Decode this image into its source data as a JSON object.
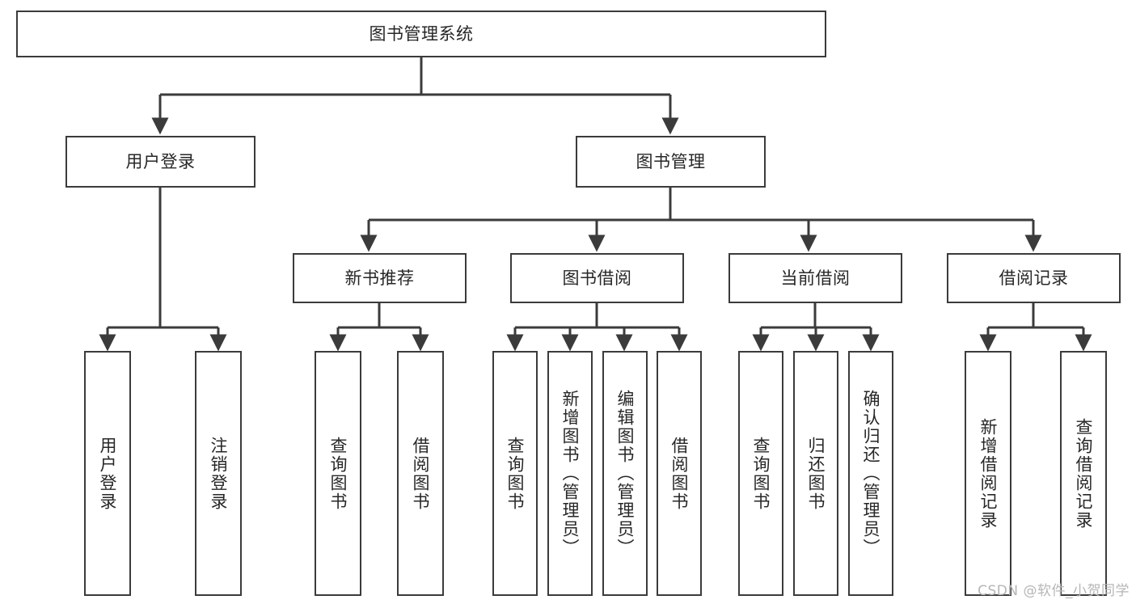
{
  "diagram": {
    "title": "图书管理系统",
    "type": "tree-hierarchy",
    "root": {
      "label": "图书管理系统"
    },
    "level2": [
      {
        "label": "用户登录"
      },
      {
        "label": "图书管理"
      }
    ],
    "level3": [
      {
        "label": "新书推荐"
      },
      {
        "label": "图书借阅"
      },
      {
        "label": "当前借阅"
      },
      {
        "label": "借阅记录"
      }
    ],
    "leaves": {
      "user_login": [
        {
          "label": "用户登录"
        },
        {
          "label": "注销登录"
        }
      ],
      "new_book_recommend": [
        {
          "label": "查询图书"
        },
        {
          "label": "借阅图书"
        }
      ],
      "book_borrow": [
        {
          "label": "查询图书"
        },
        {
          "label": "新增图书（管理员）"
        },
        {
          "label": "编辑图书（管理员）"
        },
        {
          "label": "借阅图书"
        }
      ],
      "current_borrow": [
        {
          "label": "查询图书"
        },
        {
          "label": "归还图书"
        },
        {
          "label": "确认归还（管理员）"
        }
      ],
      "borrow_record": [
        {
          "label": "新增借阅记录"
        },
        {
          "label": "查询借阅记录"
        }
      ]
    }
  },
  "watermark": {
    "text": "CSDN @软件_小贺同学"
  },
  "colors": {
    "border": "#3b3b3b",
    "text": "#272727",
    "background": "#ffffff",
    "watermark": "#b6b6b6"
  }
}
